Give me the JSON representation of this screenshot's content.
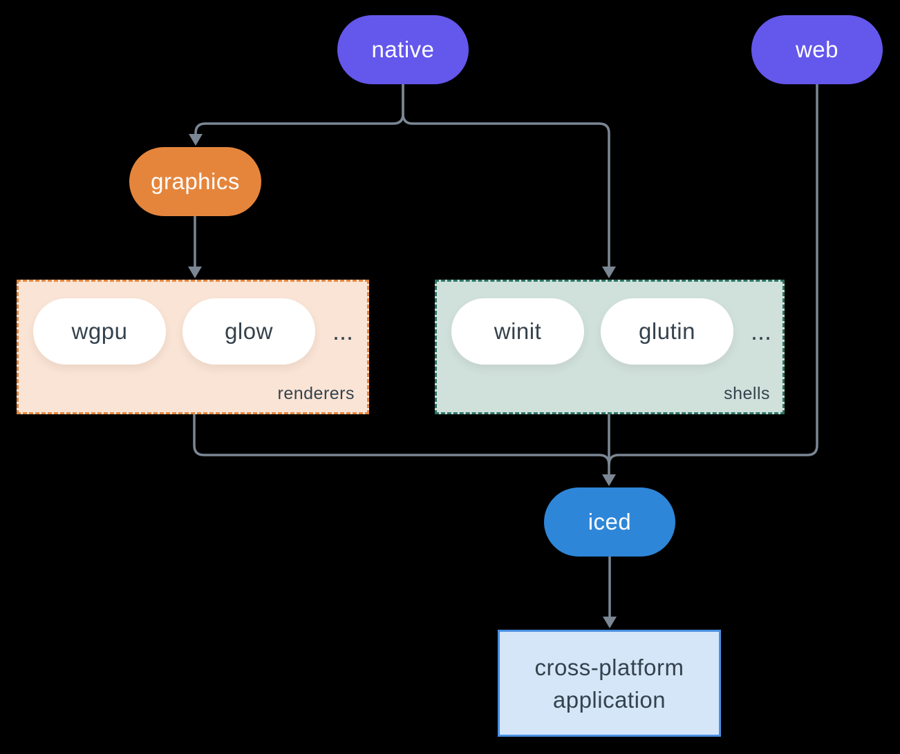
{
  "colors": {
    "canvas_bg": "#000000",
    "purple": "#6457EC",
    "orange": "#E5853C",
    "blue": "#2E86D8",
    "edge": "#7B8794",
    "text_dark": "#35424D",
    "text_light": "#FFFFFF",
    "pill_white": "#FFFFFF",
    "renderers_bg": "#FAE4D5",
    "renderers_border": "#E5853C",
    "shells_bg": "#D0E1DC",
    "shells_border": "#2C7566",
    "app_bg": "#D4E6F8",
    "app_border": "#4A90E2"
  },
  "nodes": {
    "native": {
      "label": "native"
    },
    "web": {
      "label": "web"
    },
    "graphics": {
      "label": "graphics"
    },
    "iced": {
      "label": "iced"
    },
    "app": {
      "line1": "cross-platform",
      "line2": "application"
    }
  },
  "groups": {
    "renderers": {
      "label": "renderers",
      "items": [
        "wgpu",
        "glow"
      ],
      "ellipsis": "..."
    },
    "shells": {
      "label": "shells",
      "items": [
        "winit",
        "glutin"
      ],
      "ellipsis": "..."
    }
  },
  "edges": [
    {
      "from": "native",
      "to": "graphics"
    },
    {
      "from": "native",
      "to": "shells"
    },
    {
      "from": "graphics",
      "to": "renderers"
    },
    {
      "from": "renderers",
      "to": "iced"
    },
    {
      "from": "shells",
      "to": "iced"
    },
    {
      "from": "web",
      "to": "iced"
    },
    {
      "from": "iced",
      "to": "app"
    }
  ]
}
